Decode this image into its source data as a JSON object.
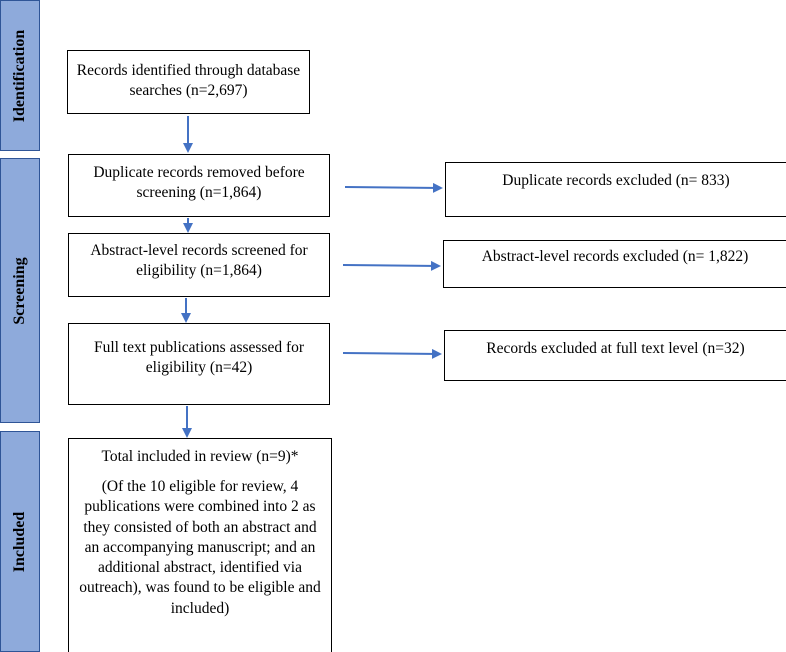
{
  "phases": {
    "identification": "Identification",
    "screening": "Screening",
    "included": "Included"
  },
  "flow": {
    "identified": "Records identified through database searches  (n=2,697)",
    "duplicates_removed": "Duplicate records removed before screening (n=1,864)",
    "abstract_screened": "Abstract-level records screened for eligibility (n=1,864)",
    "fulltext_assessed": "Full text publications assessed for eligibility (n=42)",
    "total_included": "Total included in review (n=9)*",
    "included_note": "(Of the 10 eligible for review, 4 publications  were combined into 2 as they consisted of both an abstract and an accompanying manuscript; and an additional abstract, identified via outreach), was found to be eligible and included)"
  },
  "exclusions": {
    "duplicates": "Duplicate records excluded (n= 833)",
    "abstract": "Abstract-level records excluded (n= 1,822)",
    "fulltext": "Records excluded at full text level (n=32)"
  },
  "colors": {
    "phase_fill": "#8eaadb",
    "phase_border": "#2f5597",
    "arrow": "#4472c4"
  }
}
